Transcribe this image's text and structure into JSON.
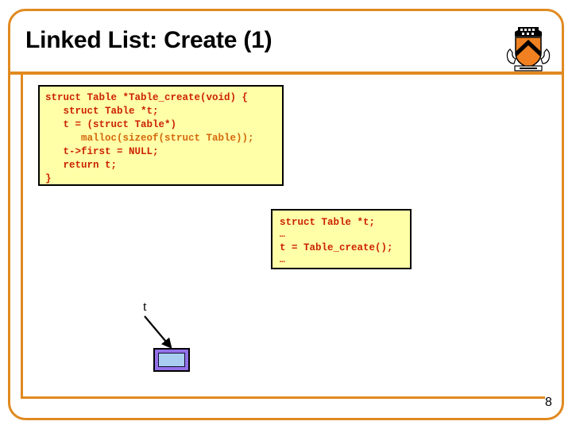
{
  "slide": {
    "title": "Linked List: Create (1)",
    "page_number": "8",
    "logo_name": "princeton-shield-logo",
    "frame_color": "#e08a20",
    "code_bg_color": "#ffffa8",
    "code_text_color": "#cc2200",
    "node_border_color": "#9370e8",
    "node_fill_color": "#a8cdf0"
  },
  "code_block_1": {
    "lines": [
      "struct Table *Table_create(void) {",
      "   struct Table *t;",
      "   t = (struct Table*)"
    ],
    "malloc_line": "      malloc(sizeof(struct Table));",
    "lines_after": [
      "   t->first = NULL;",
      "   return t;",
      "}"
    ]
  },
  "code_block_2": {
    "line_1": "struct Table *t;",
    "ellipsis_1": "…",
    "line_2": "t = Table_create();",
    "ellipsis_2": "…"
  },
  "diagram": {
    "pointer_label": "t",
    "arrow_name": "pointer-arrow",
    "node_name": "table-node"
  }
}
